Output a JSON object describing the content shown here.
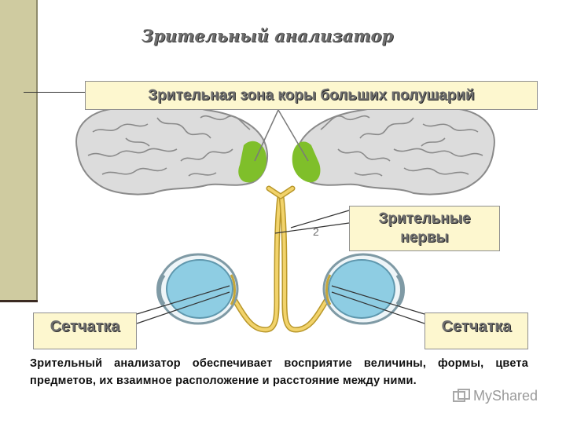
{
  "title": "Зрительный анализатор",
  "labels": {
    "visual_zone": "Зрительная зона коры больших полушарий",
    "nerves_line1": "Зрительные",
    "nerves_line2": "нервы",
    "retina_left": "Сетчатка",
    "retina_right": "Сетчатка"
  },
  "marker_number": "2",
  "caption": "Зрительный анализатор обеспечивает восприятие величины, формы, цвета предметов, их взаимное расположение и расстояние между ними.",
  "watermark": "MyShared",
  "colors": {
    "sidebar": "#cfcba0",
    "label_bg": "#fdf7cf",
    "brain": "#dcdcdc",
    "visual_zone": "#7fbf2a",
    "nerve": "#f2d36b",
    "eye_white": "#eef5f8",
    "eye_iris": "#8ecde3"
  },
  "icons": [
    "brain-left",
    "brain-right",
    "eye-left",
    "eye-right",
    "myshared-logo-icon"
  ]
}
